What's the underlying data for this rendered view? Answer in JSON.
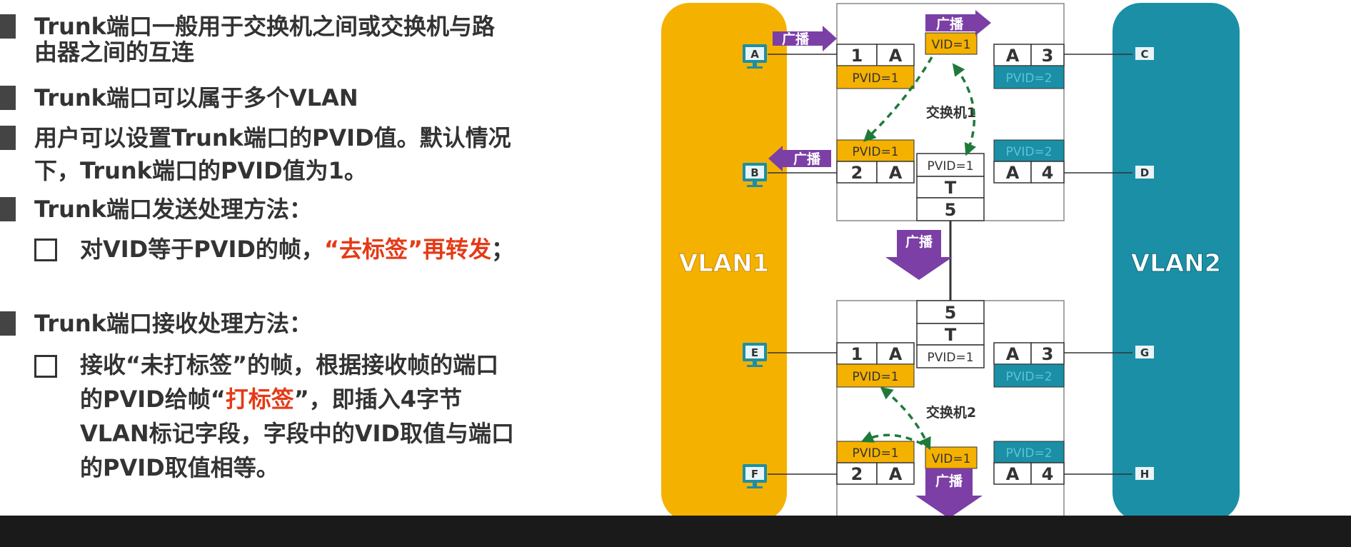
{
  "left_text": {
    "b1_line1": "Trunk端口一般用于交换机之间或交换机与路",
    "b1_line2": "由器之间的互连",
    "b2": "Trunk端口可以属于多个VLAN",
    "b3_line1": "用户可以设置Trunk端口的PVID值。默认情况",
    "b3_line2": "下，Trunk端口的PVID值为1。",
    "b4": "Trunk端口发送处理方法：",
    "b4_sub_a": "对VID等于PVID的帧，",
    "b4_sub_red": "“去标签”再转发",
    "b4_sub_end": "；",
    "b5": "Trunk端口接收处理方法：",
    "b5_sub_l1": "接收“未打标签”的帧，根据接收帧的端口",
    "b5_sub_l2a": "的PVID给帧“",
    "b5_sub_l2red": "打标签",
    "b5_sub_l2b": "”，即插入4字节",
    "b5_sub_l3": "VLAN标记字段，字段中的VID取值与端口",
    "b5_sub_l4": "的PVID取值相等。"
  },
  "diagram": {
    "vlan1": "VLAN1",
    "vlan2": "VLAN2",
    "switch1": "交换机1",
    "switch2": "交换机2",
    "broadcast": "广播",
    "hosts": [
      "A",
      "B",
      "C",
      "D",
      "E",
      "F",
      "G",
      "H"
    ],
    "port_mode": "A",
    "trunk_mode": "T",
    "port_nums": [
      "1",
      "2",
      "3",
      "4",
      "5"
    ],
    "pvid1": "PVID=1",
    "pvid2": "PVID=2",
    "vid1": "VID=1",
    "colors": {
      "vlan1": "#f5b100",
      "vlan2": "#1b8fa6",
      "purple": "#7b3fa6",
      "green": "#1f7a3a",
      "teal_label": "#2196b0"
    }
  }
}
